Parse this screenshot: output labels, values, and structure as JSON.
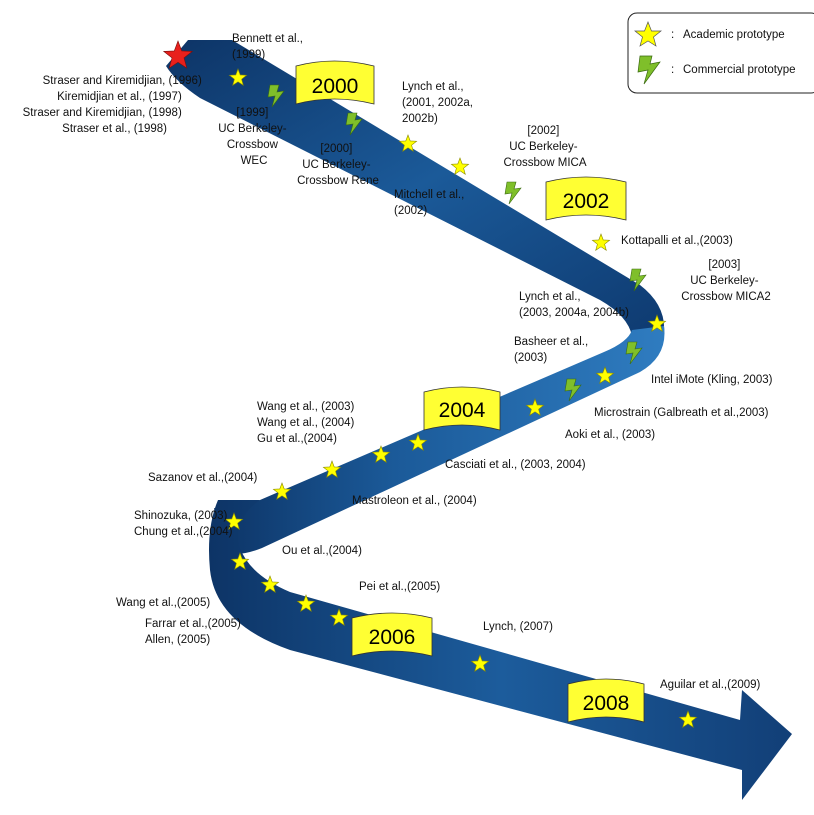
{
  "colors": {
    "ribbon_dark": "#0d3466",
    "ribbon_mid": "#1b5a99",
    "ribbon_light": "#2f7cc0",
    "star_academic": "#ffff00",
    "star_first": "#e8201c",
    "bolt_commercial": "#7fbf2a",
    "year_flag": "#ffff33"
  },
  "legend": {
    "academic_label": "Academic prototype",
    "academic_icon": "yellow-star-icon",
    "commercial_label": "Commercial prototype",
    "commercial_icon": "green-lightning-icon",
    "separator": ":"
  },
  "years": [
    "2000",
    "2002",
    "2004",
    "2006",
    "2008"
  ],
  "labels": {
    "straser1996": [
      "Straser and Kiremidjian, (1996)",
      "Kiremidjian et al., (1997)",
      "Straser and Kiremidjian, (1998)",
      "Straser  et al., (1998)"
    ],
    "bennett": [
      "Bennett et al.,",
      "(1999)"
    ],
    "wec": [
      "[1999]",
      "UC Berkeley-",
      "Crossbow",
      "WEC"
    ],
    "rene": [
      "[2000]",
      "UC Berkeley-",
      "Crossbow Rene"
    ],
    "lynch2001": [
      "Lynch et al.,",
      "(2001,  2002a,",
      "2002b)"
    ],
    "mica": [
      "[2002]",
      "UC Berkeley-",
      "Crossbow MICA"
    ],
    "mitchell": [
      "Mitchell et al.,",
      "(2002)"
    ],
    "kottapalli": [
      "Kottapalli et al.,(2003)"
    ],
    "mica2": [
      "[2003]",
      "UC Berkeley-",
      "Crossbow MICA2"
    ],
    "lynch2003": [
      "Lynch et al.,",
      "(2003,  2004a,  2004b)"
    ],
    "basheer": [
      "Basheer et al.,",
      "(2003)"
    ],
    "imote": [
      "Intel iMote (Kling, 2003)"
    ],
    "microstrain": [
      "Microstrain (Galbreath  et al.,2003)"
    ],
    "aoki": [
      "Aoki et al., (2003)"
    ],
    "wang": [
      "Wang et al., (2003)",
      "Wang et al., (2004)",
      "Gu et al.,(2004)"
    ],
    "casciati": [
      "Casciati et al., (2003,  2004)"
    ],
    "sazanov": [
      "Sazanov et al.,(2004)"
    ],
    "mastroleon": [
      "Mastroleon et al., (2004)"
    ],
    "shinozuka": [
      "Shinozuka, (2003)",
      "Chung et al.,(2004)"
    ],
    "ou": [
      "Ou et al.,(2004)"
    ],
    "pei": [
      "Pei et al.,(2005)"
    ],
    "wang2005": [
      "Wang et al.,(2005)"
    ],
    "farrar": [
      "Farrar et al.,(2005)",
      "Allen, (2005)"
    ],
    "lynch2007": [
      "Lynch, (2007)"
    ],
    "aguilar": [
      "Aguilar et al.,(2009)"
    ]
  }
}
